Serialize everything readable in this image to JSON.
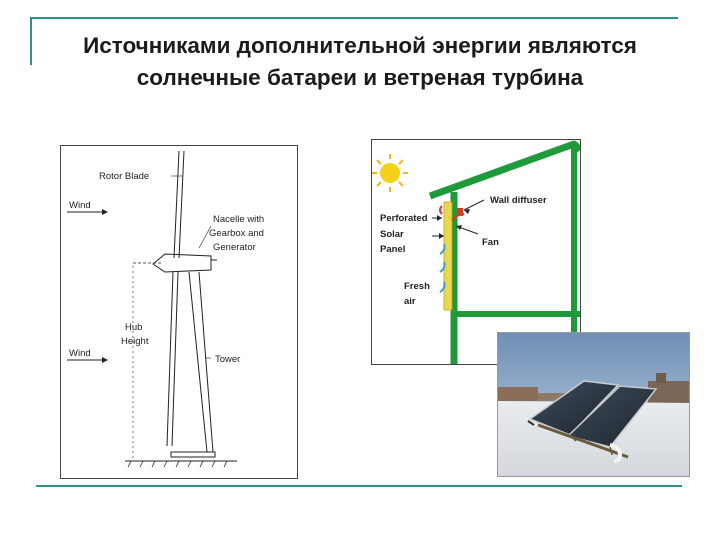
{
  "slide": {
    "title": "Источниками дополнительной энергии являются солнечные батареи и ветреная турбина"
  },
  "turbine_diagram": {
    "labels": {
      "rotor_blade": "Rotor Blade",
      "wind_top": "Wind",
      "nacelle": "Nacelle with",
      "nacelle_2": "Gearbox and",
      "nacelle_3": "Generator",
      "hub_height_1": "Hub",
      "hub_height_2": "Height",
      "wind_bottom": "Wind",
      "tower": "Tower"
    }
  },
  "house_diagram": {
    "labels": {
      "wall_diffuser": "Wall diffuser",
      "perforated": "Perforated",
      "solar": "Solar",
      "panel": "Panel",
      "fan": "Fan",
      "fresh": "Fresh",
      "air": "air"
    },
    "colors": {
      "wall": "#1f9a3a",
      "panel": "#e8d84a",
      "sun": "#f3d21c",
      "arrow_warm": "#d83a22",
      "arrow_cool": "#3aa0c8"
    }
  },
  "colors": {
    "frame": "#2f8f8a"
  }
}
